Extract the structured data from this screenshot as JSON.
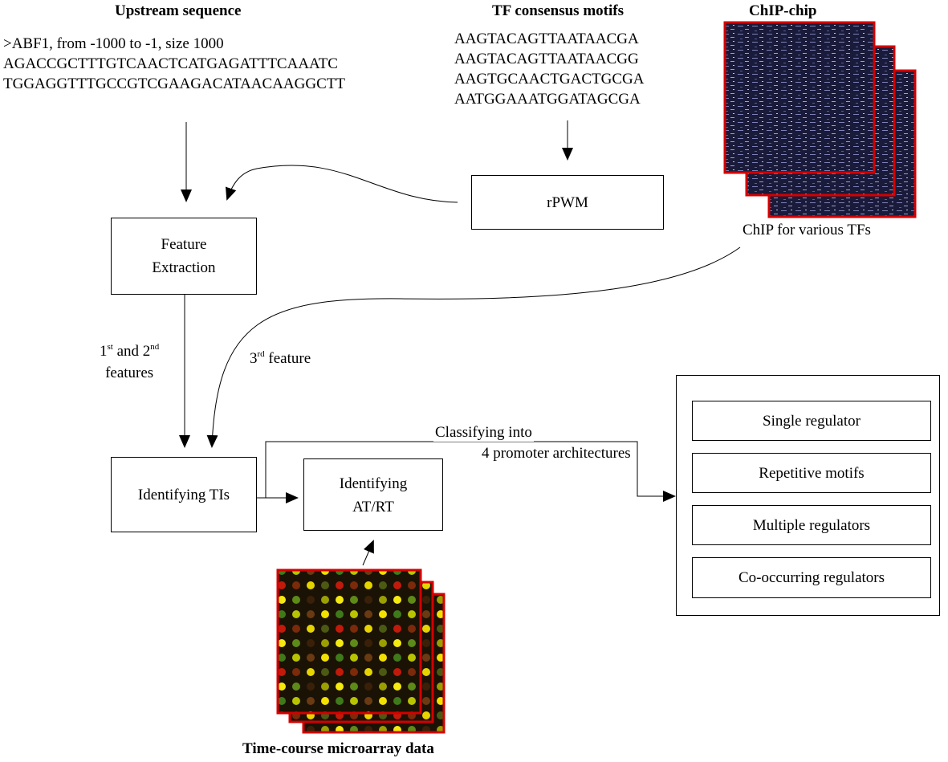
{
  "headings": {
    "upstream": "Upstream sequence",
    "motifs": "TF consensus motifs",
    "chip": "ChIP-chip",
    "microarray": "Time-course microarray data"
  },
  "upstream_lines": [
    ">ABF1, from -1000 to -1, size 1000",
    "AGACCGCTTTGTCAACTCATGAGATTTCAAATC",
    "TGGAGGTTTGCCGTCGAAGACATAACAAGGCTT"
  ],
  "motif_lines": [
    "AAGTACAGTTAATAACGA",
    "AAGTACAGTTAATAACGG",
    "AAGTGCAACTGACTGCGA",
    "AATGGAAATGGATAGCGA"
  ],
  "chip_caption": "ChIP for various TFs",
  "boxes": {
    "rpwm": "rPWM",
    "feature_extraction_1": "Feature",
    "feature_extraction_2": "Extraction",
    "identifying_tis": "Identifying TIs",
    "identifying_atrt_1": "Identifying",
    "identifying_atrt_2": "AT/RT"
  },
  "labels": {
    "features12": {
      "n1": "1",
      "s1": "st",
      "mid": " and 2",
      "s2": "nd",
      "line2": "features"
    },
    "feature3": {
      "n": "3",
      "s": "rd",
      "rest": " feature"
    },
    "classify_1": "Classifying into",
    "classify_2": "4 promoter architectures"
  },
  "architectures": [
    "Single regulator",
    "Repetitive motifs",
    "Multiple regulators",
    "Co-occurring regulators"
  ],
  "colors": {
    "frame_red": "#d40000",
    "chip_bg": "#1a1a3a",
    "array_bg": "#1b1206"
  }
}
